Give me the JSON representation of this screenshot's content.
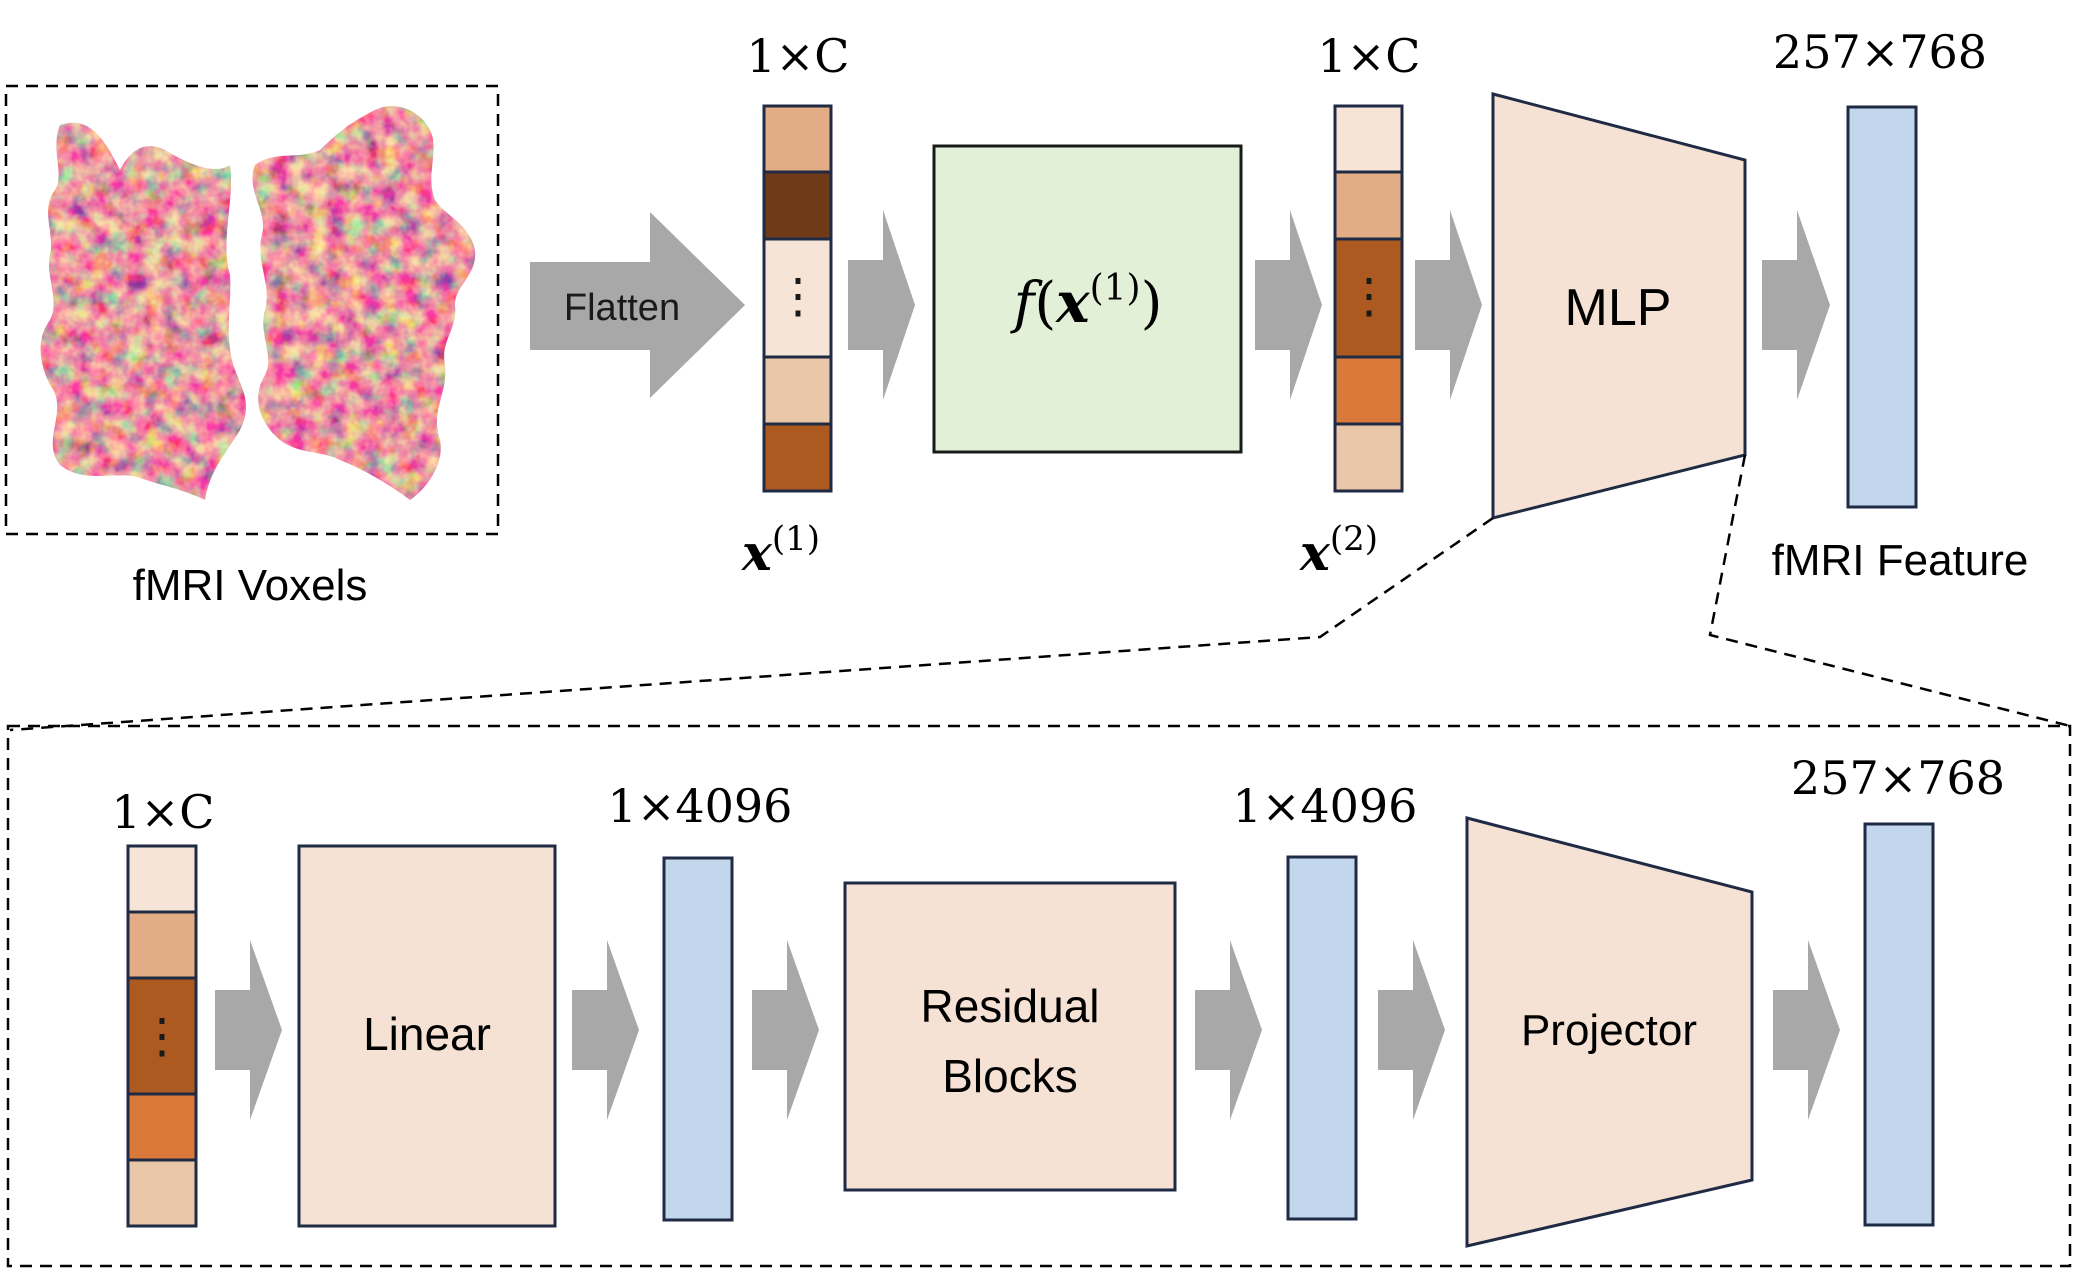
{
  "top": {
    "input_caption": "fMRI Voxels",
    "flatten_label": "Flatten",
    "x1_dim": "1×C",
    "x1_var": "x",
    "x1_sup": "(1)",
    "f_label": "f",
    "f_arg_var": "x",
    "f_arg_sup": "(1)",
    "x2_dim": "1×C",
    "x2_var": "x",
    "x2_sup": "(2)",
    "mlp_label": "MLP",
    "out_dim": "257×768",
    "out_caption": "fMRI Feature",
    "ellipsis": "⋮"
  },
  "bottom": {
    "in_dim": "1×C",
    "linear_label": "Linear",
    "h1_dim": "1×4096",
    "residual_line1": "Residual",
    "residual_line2": "Blocks",
    "h2_dim": "1×4096",
    "projector_label": "Projector",
    "out_dim": "257×768",
    "ellipsis": "⋮"
  },
  "colors": {
    "arrow": "#a8a8a8",
    "border": "#1f2a44",
    "peach": "#f5e2d4",
    "blue": "#c2d6ec",
    "green": "#e3f0d8",
    "cell_light": "#f6e4d6",
    "cell_tan": "#e2ad85",
    "cell_brown": "#6f3a17",
    "cell_rust": "#ad5a20",
    "cell_orange": "#d97a3a",
    "cell_sand": "#ebc7a9"
  }
}
